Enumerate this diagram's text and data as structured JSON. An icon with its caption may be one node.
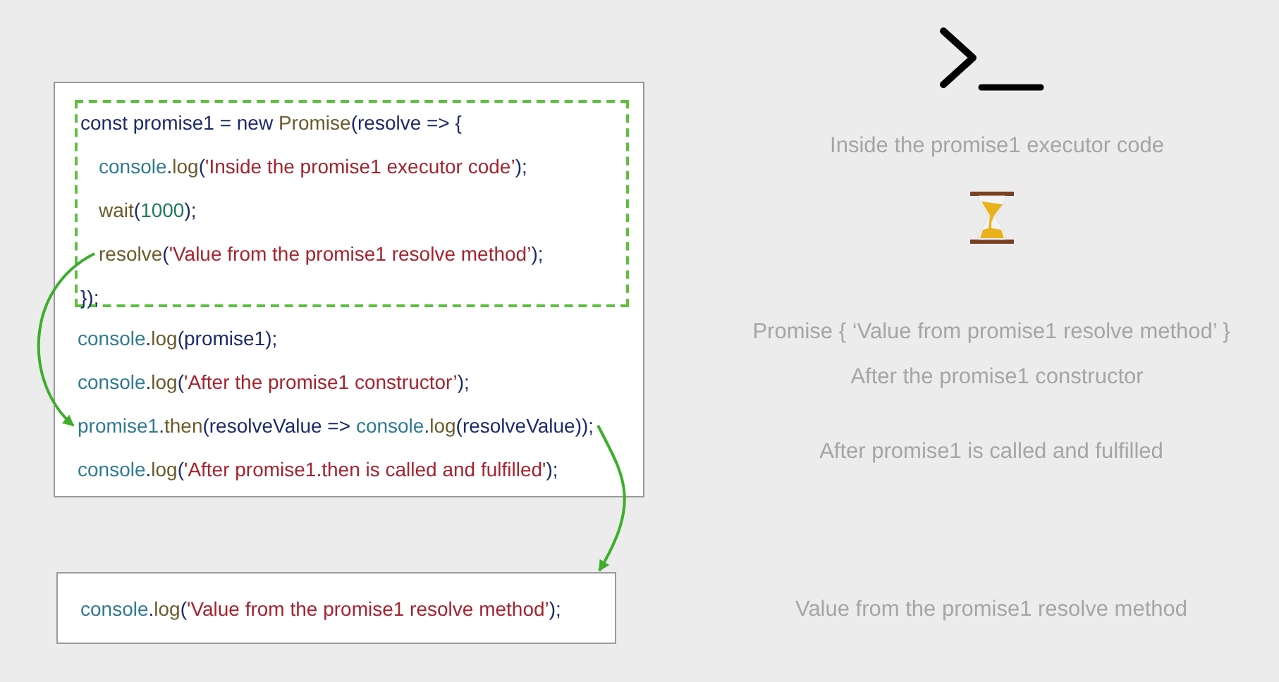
{
  "diagram": {
    "nodes": [
      {
        "text": [],
        "shape": "box"
      },
      {
        "text": [],
        "shape": "box",
        "in": 0
      },
      {
        "text": [
          "const promise1 = new Promise(resolve => {"
        ],
        "in": 1
      },
      {
        "text": [
          "console.log('Inside the promise1 executor code’);"
        ],
        "in": 1
      },
      {
        "text": [
          "wait(1000);"
        ],
        "in": 1
      },
      {
        "text": [
          "resolve('Value from the promise1 resolve method’);"
        ],
        "in": 1
      },
      {
        "text": [
          "});"
        ],
        "in": 1
      },
      {
        "text": [
          "console.log(promise1);"
        ],
        "in": 0
      },
      {
        "text": [
          "console.log('After the promise1 constructor’);"
        ],
        "in": 0
      },
      {
        "text": [
          "promise1.then(resolveValue => console.log(resolveValue));"
        ],
        "in": 0
      },
      {
        "text": [
          "console.log('After promise1.then is called and fulfilled');"
        ],
        "in": 0
      },
      {
        "text": [
          "console.log('Value from the promise1 resolve method’);"
        ]
      }
    ],
    "edges": [
      {
        "from": 5,
        "to": 9,
        "arrow": "to"
      },
      {
        "from": 9,
        "to": 11,
        "arrow": "to"
      }
    ],
    "labels": [
      "Inside the promise1 executor code",
      "Promise { ‘Value from promise1 resolve method’ }",
      "After the promise1 constructor",
      "After promise1 is called and fulfilled",
      "Value from the promise1 resolve method"
    ]
  }
}
